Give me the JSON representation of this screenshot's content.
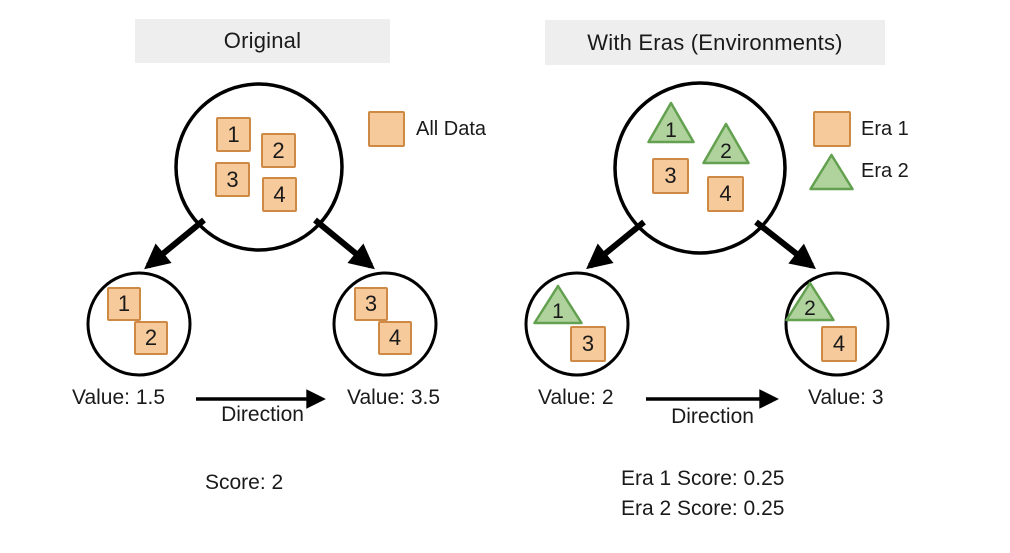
{
  "original": {
    "title": "Original",
    "legend": {
      "all_data": "All Data"
    },
    "parent": {
      "sq1": "1",
      "sq2": "2",
      "sq3": "3",
      "sq4": "4"
    },
    "child_left": {
      "sq1": "1",
      "sq2": "2"
    },
    "child_right": {
      "sq3": "3",
      "sq4": "4"
    },
    "value_left": "Value: 1.5",
    "direction": "Direction",
    "value_right": "Value: 3.5",
    "score": "Score: 2"
  },
  "eras": {
    "title": "With Eras (Environments)",
    "legend": {
      "era1": "Era 1",
      "era2": "Era 2"
    },
    "parent": {
      "tri1": "1",
      "tri2": "2",
      "sq3": "3",
      "sq4": "4"
    },
    "child_left": {
      "tri": "1",
      "sq": "3"
    },
    "child_right": {
      "tri": "2",
      "sq": "4"
    },
    "value_left": "Value: 2",
    "direction": "Direction",
    "value_right": "Value: 3",
    "era1_score": "Era 1 Score: 0.25",
    "era2_score": "Era 2 Score: 0.25"
  },
  "colors": {
    "square_fill": "#F7CA9C",
    "square_border": "#CE8A45",
    "triangle_fill": "#B0D39E",
    "triangle_border": "#63A04F",
    "title_bg": "#EEEEEE",
    "line": "#000000"
  }
}
